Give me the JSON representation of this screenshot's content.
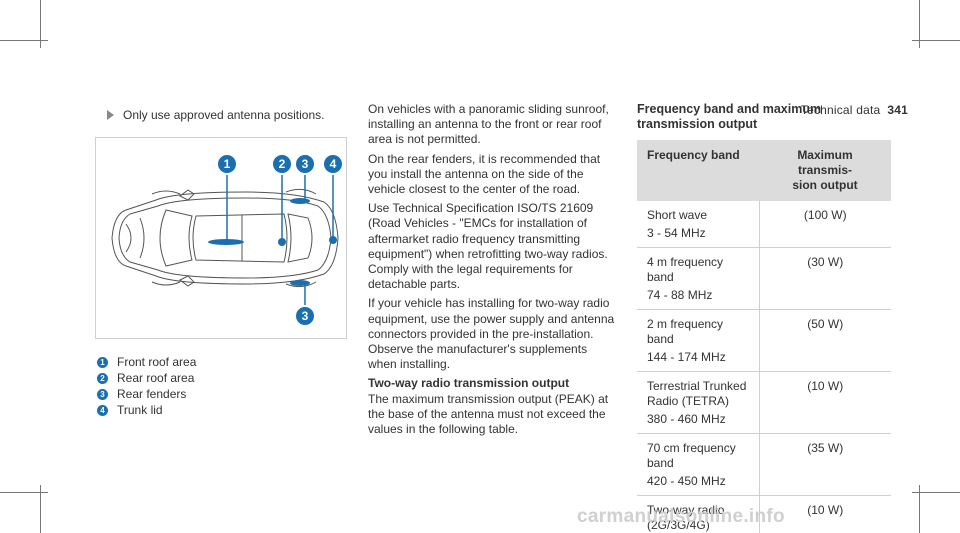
{
  "header": {
    "section": "Technical data",
    "page_number": "341"
  },
  "note": "Only use approved antenna positions.",
  "figure": {
    "callouts": [
      "1",
      "2",
      "3",
      "4",
      "3"
    ],
    "accent_color": "#1a6fb0"
  },
  "legend": [
    {
      "num": "1",
      "label": "Front roof area"
    },
    {
      "num": "2",
      "label": "Rear roof area"
    },
    {
      "num": "3",
      "label": "Rear fenders"
    },
    {
      "num": "4",
      "label": "Trunk lid"
    }
  ],
  "body": {
    "p1": "On vehicles with a panoramic sliding sunroof, installing an antenna to the front or rear roof area is not permitted.",
    "p2": "On the rear fenders, it is recommended that you install the antenna on the side of the vehicle closest to the center of the road.",
    "p3": "Use Technical Specification ISO/TS 21609 (Road Vehicles - \"EMCs for installation of aftermarket radio frequency transmitting equipment\") when retrofitting two-way radios. Comply with the legal requirements for detachable parts.",
    "p4": "If your vehicle has installing for two-way radio equipment, use the power supply and antenna connectors provided in the pre-installation. Observe the manufacturer's supplements when installing.",
    "h4": "Two-way radio transmission output",
    "p5": "The maximum transmission output (PEAK) at the base of the antenna must not exceed the values in the following table."
  },
  "table": {
    "title": "Frequency band and maximum transmission output",
    "headers": [
      "Frequency band",
      "Maximum transmis-\nsion output"
    ],
    "rows": [
      {
        "band": "Short wave",
        "range": "3 - 54 MHz",
        "output": "(100 W)"
      },
      {
        "band": "4 m frequency band",
        "range": "74 - 88 MHz",
        "output": "(30 W)"
      },
      {
        "band": "2 m frequency band",
        "range": "144 - 174 MHz",
        "output": "(50 W)"
      },
      {
        "band": "Terrestrial Trunked\nRadio (TETRA)",
        "range": "380 - 460 MHz",
        "output": "(10 W)"
      },
      {
        "band": "70 cm frequency\nband",
        "range": "420 - 450 MHz",
        "output": "(35 W)"
      },
      {
        "band": "Two-way radio\n(2G/3G/4G)",
        "range": "",
        "output": "(10 W)"
      }
    ]
  },
  "watermark": "carmanualsonline.info"
}
